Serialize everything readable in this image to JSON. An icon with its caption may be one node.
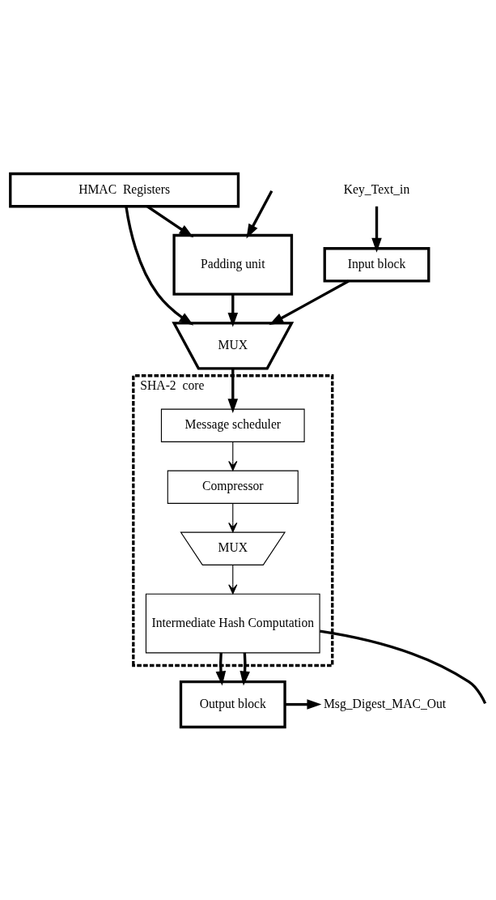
{
  "diagram": {
    "nodes": [
      {
        "text": [
          "HMAC  Registers"
        ]
      },
      {
        "text": [
          "Input block"
        ]
      },
      {
        "text": [
          "Padding unit"
        ]
      },
      {
        "text": [
          "Key_Text_in"
        ]
      },
      {
        "text": [
          "MUX"
        ]
      },
      {
        "text": [
          "SHA-2  core"
        ]
      },
      {
        "text": [
          "Message scheduler"
        ],
        "in": 5
      },
      {
        "text": [
          "Compressor"
        ],
        "in": 5
      },
      {
        "text": [
          "MUX"
        ],
        "in": 5
      },
      {
        "text": [
          "Intermediate Hash Computation"
        ],
        "in": 5
      },
      {
        "text": [
          "Output block"
        ]
      },
      {
        "text": [
          "Msg_Digest_MAC_Out"
        ]
      }
    ],
    "edges": [
      {
        "from": 3,
        "to": 1,
        "arrow": "to"
      },
      {
        "from": 1,
        "to": 4,
        "arrow": "to"
      },
      {
        "from": 0,
        "to": 4,
        "arrow": "to"
      },
      {
        "from": 0,
        "to": 2,
        "arrow": "to"
      },
      {
        "from": 2,
        "to": 4,
        "arrow": "to"
      },
      {
        "from": null,
        "to": 2,
        "arrow": "to"
      },
      {
        "from": 4,
        "to": 6,
        "arrow": "to"
      },
      {
        "from": 6,
        "to": 7,
        "arrow": "to"
      },
      {
        "from": 7,
        "to": 8,
        "arrow": "to"
      },
      {
        "from": 8,
        "to": 9,
        "arrow": "to"
      },
      {
        "from": 9,
        "to": 10,
        "arrow": "to"
      },
      {
        "from": 9,
        "to": 10,
        "arrow": "to"
      },
      {
        "from": 9,
        "to": null,
        "arrow": "none"
      },
      {
        "from": 10,
        "to": 11,
        "arrow": "to"
      }
    ]
  }
}
